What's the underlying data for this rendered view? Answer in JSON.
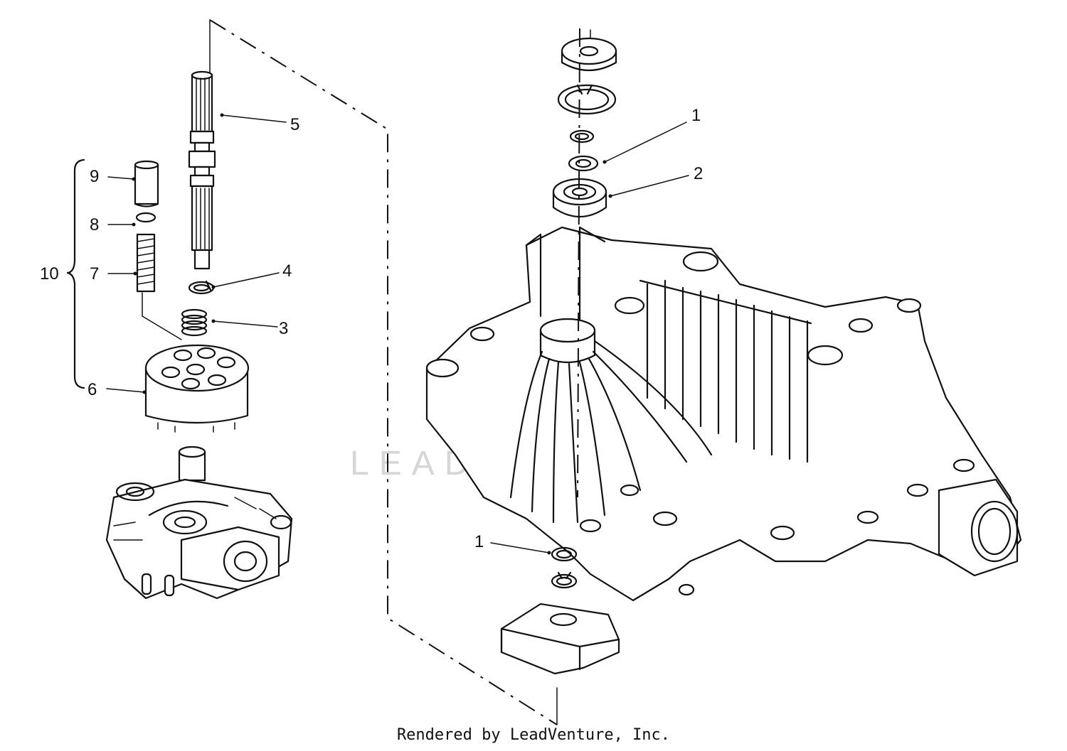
{
  "callouts": {
    "c1_top": "1",
    "c2": "2",
    "c1_bottom": "1",
    "c3": "3",
    "c4": "4",
    "c5": "5",
    "c6": "6",
    "c7": "7",
    "c8": "8",
    "c9": "9",
    "c10": "10"
  },
  "watermark": "LEADVENTURE",
  "credit": "Rendered by LeadVenture, Inc."
}
